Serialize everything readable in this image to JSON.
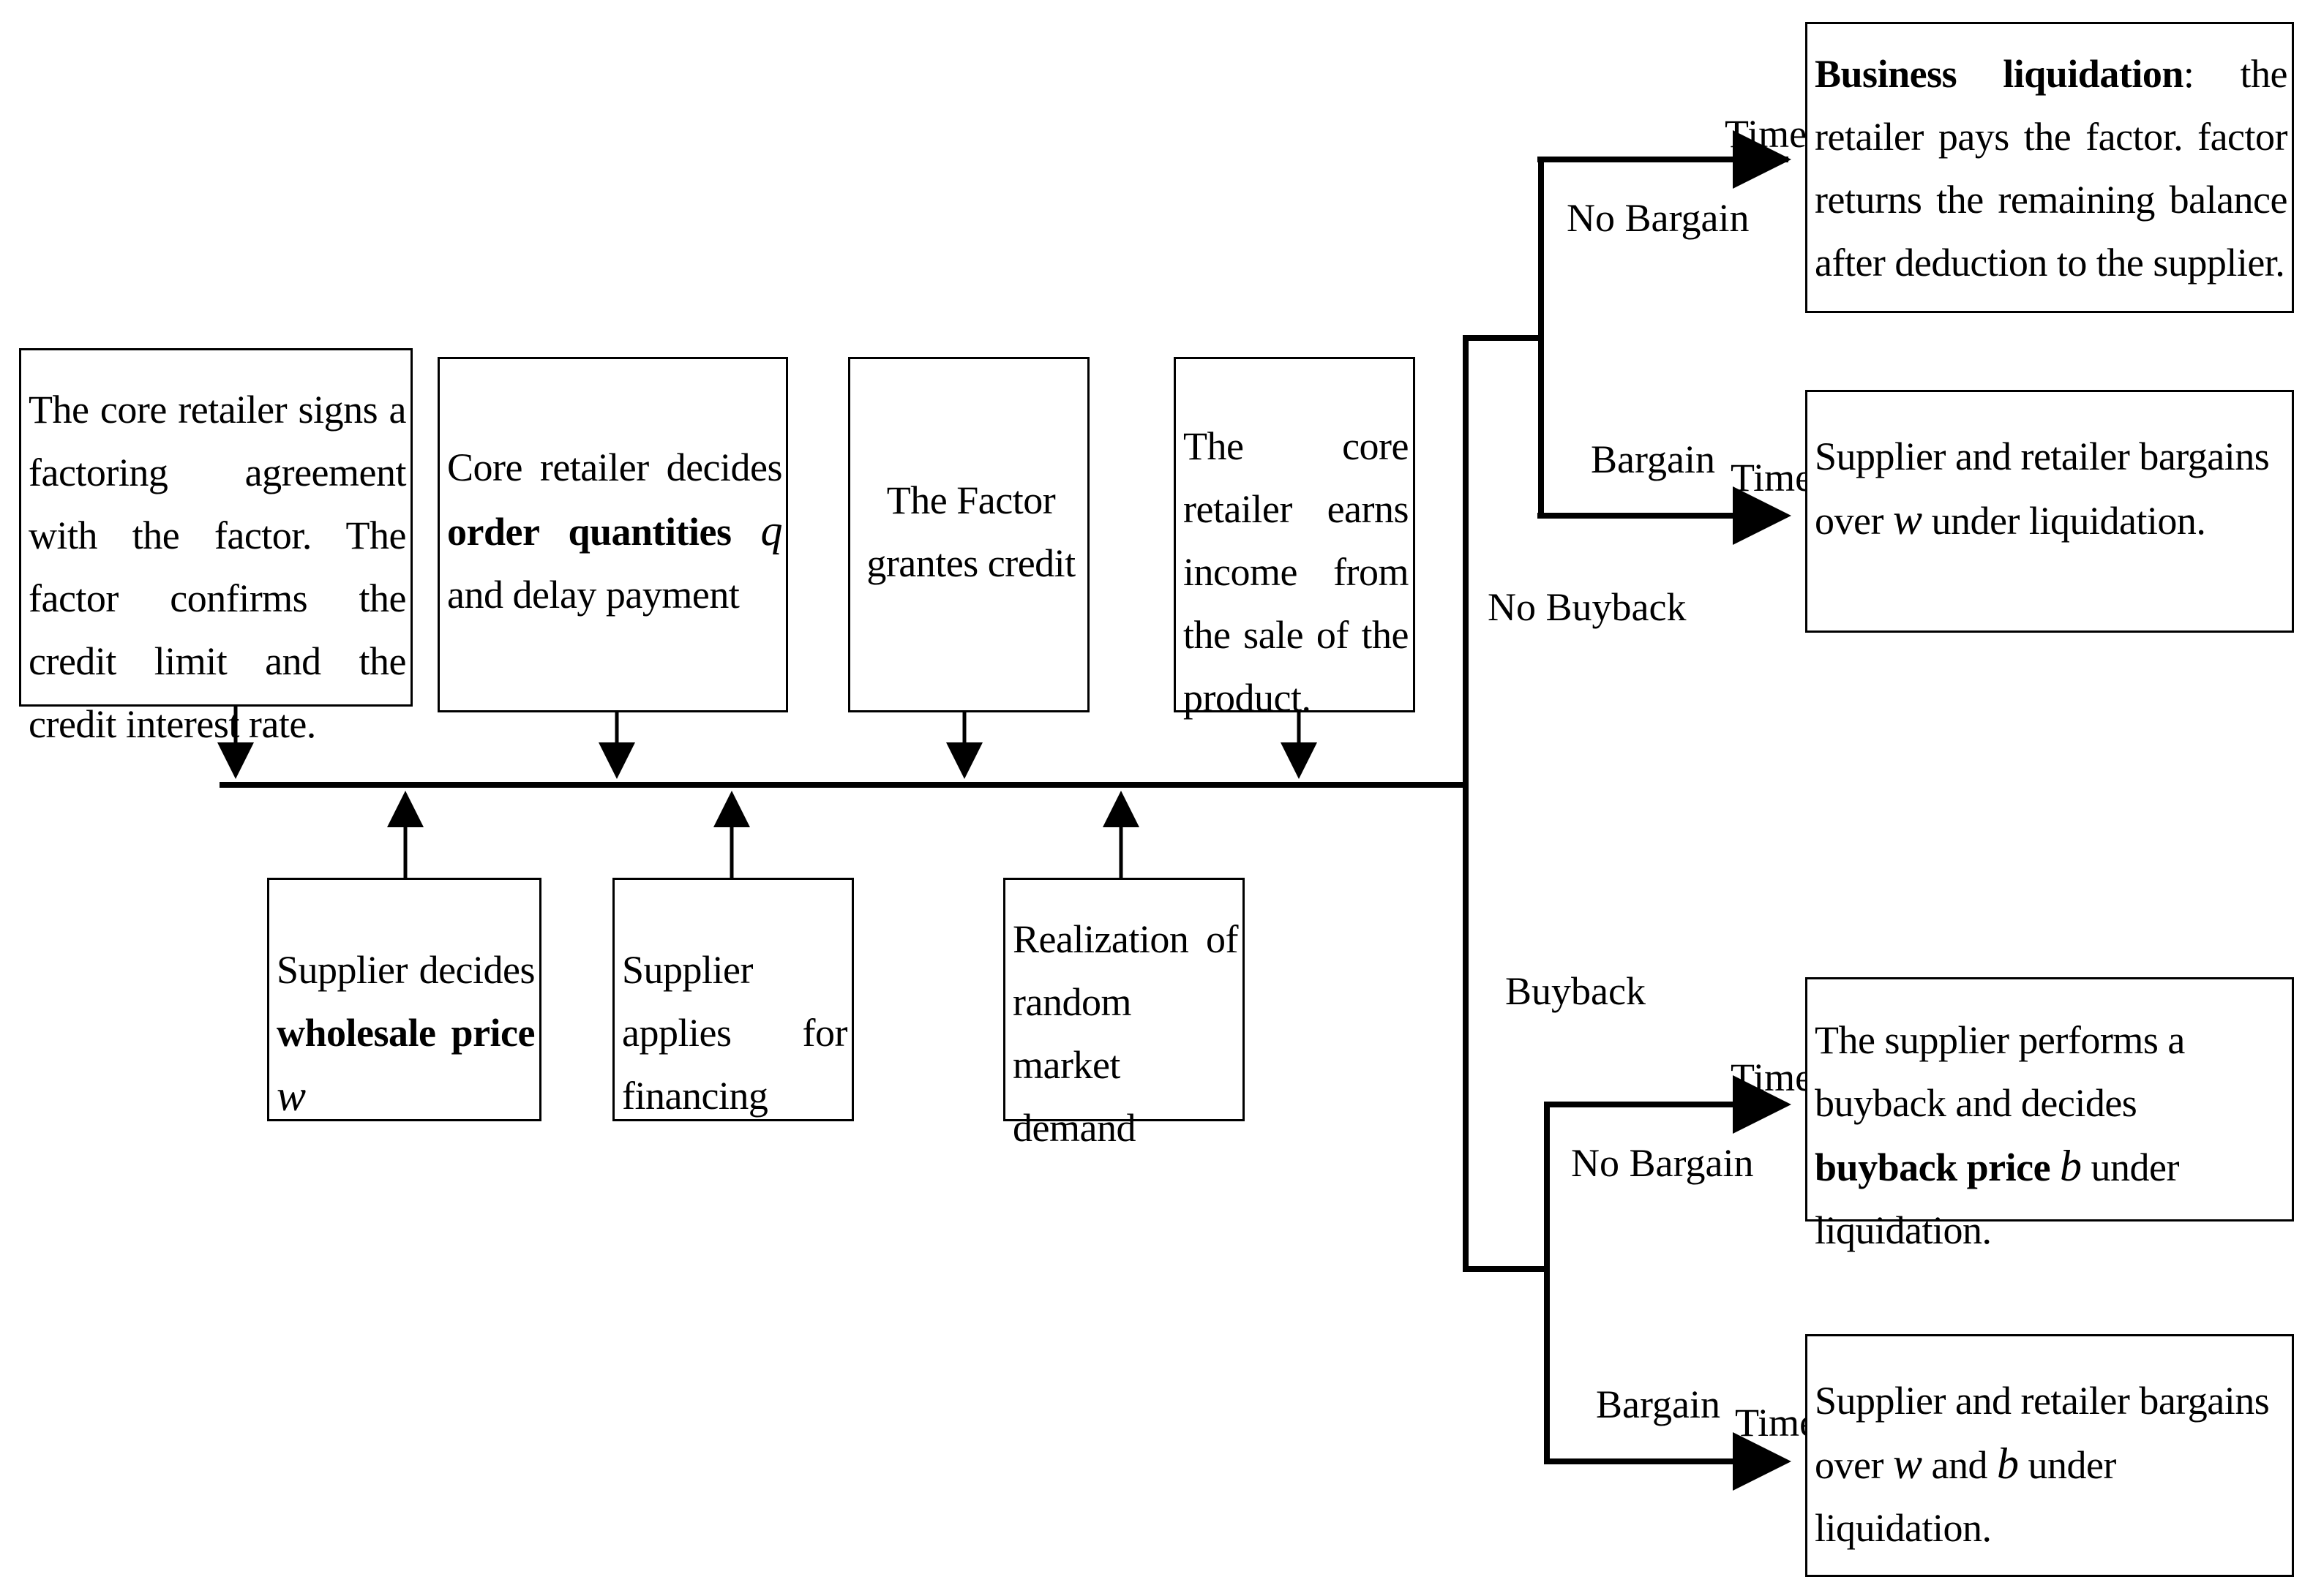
{
  "timeline_boxes_top": [
    {
      "text": "The core retailer signs a factoring agreement with the factor. The factor confirms the credit limit and the credit interest rate."
    },
    {
      "pre": "Core retailer decides ",
      "bold": "order quantities",
      "var": "q",
      "post": " and delay payment"
    },
    {
      "text": "The Factor grantes credit"
    },
    {
      "text": "The core retailer earns income from the sale of the product."
    }
  ],
  "timeline_boxes_bottom": [
    {
      "pre": "Supplier decides ",
      "bold": "wholesale price",
      "var": "w"
    },
    {
      "text": "Supplier applies for financing"
    },
    {
      "text": "Realization of random market demand"
    }
  ],
  "branches": {
    "no_buyback": "No Buyback",
    "buyback": "Buyback",
    "no_bargain": "No Bargain",
    "bargain": "Bargain",
    "time": "Time"
  },
  "outcomes": {
    "liquidation": {
      "bold": "Business liquidation",
      "text": ": the retailer pays the factor. factor returns the remaining balance after deduction to the supplier."
    },
    "bargain_w": {
      "pre": "Supplier and retailer bargains over ",
      "var": "w",
      "post": " under liquidation."
    },
    "buyback": {
      "pre": "The supplier performs a buyback and decides ",
      "bold": "buyback price",
      "var": "b",
      "post": " under liquidation."
    },
    "bargain_wb": {
      "pre": "Supplier and retailer bargains over ",
      "var1": "w",
      "mid": " and ",
      "var2": "b",
      "post": " under liquidation."
    }
  },
  "colors": {
    "line": "#000000",
    "background": "#ffffff"
  }
}
